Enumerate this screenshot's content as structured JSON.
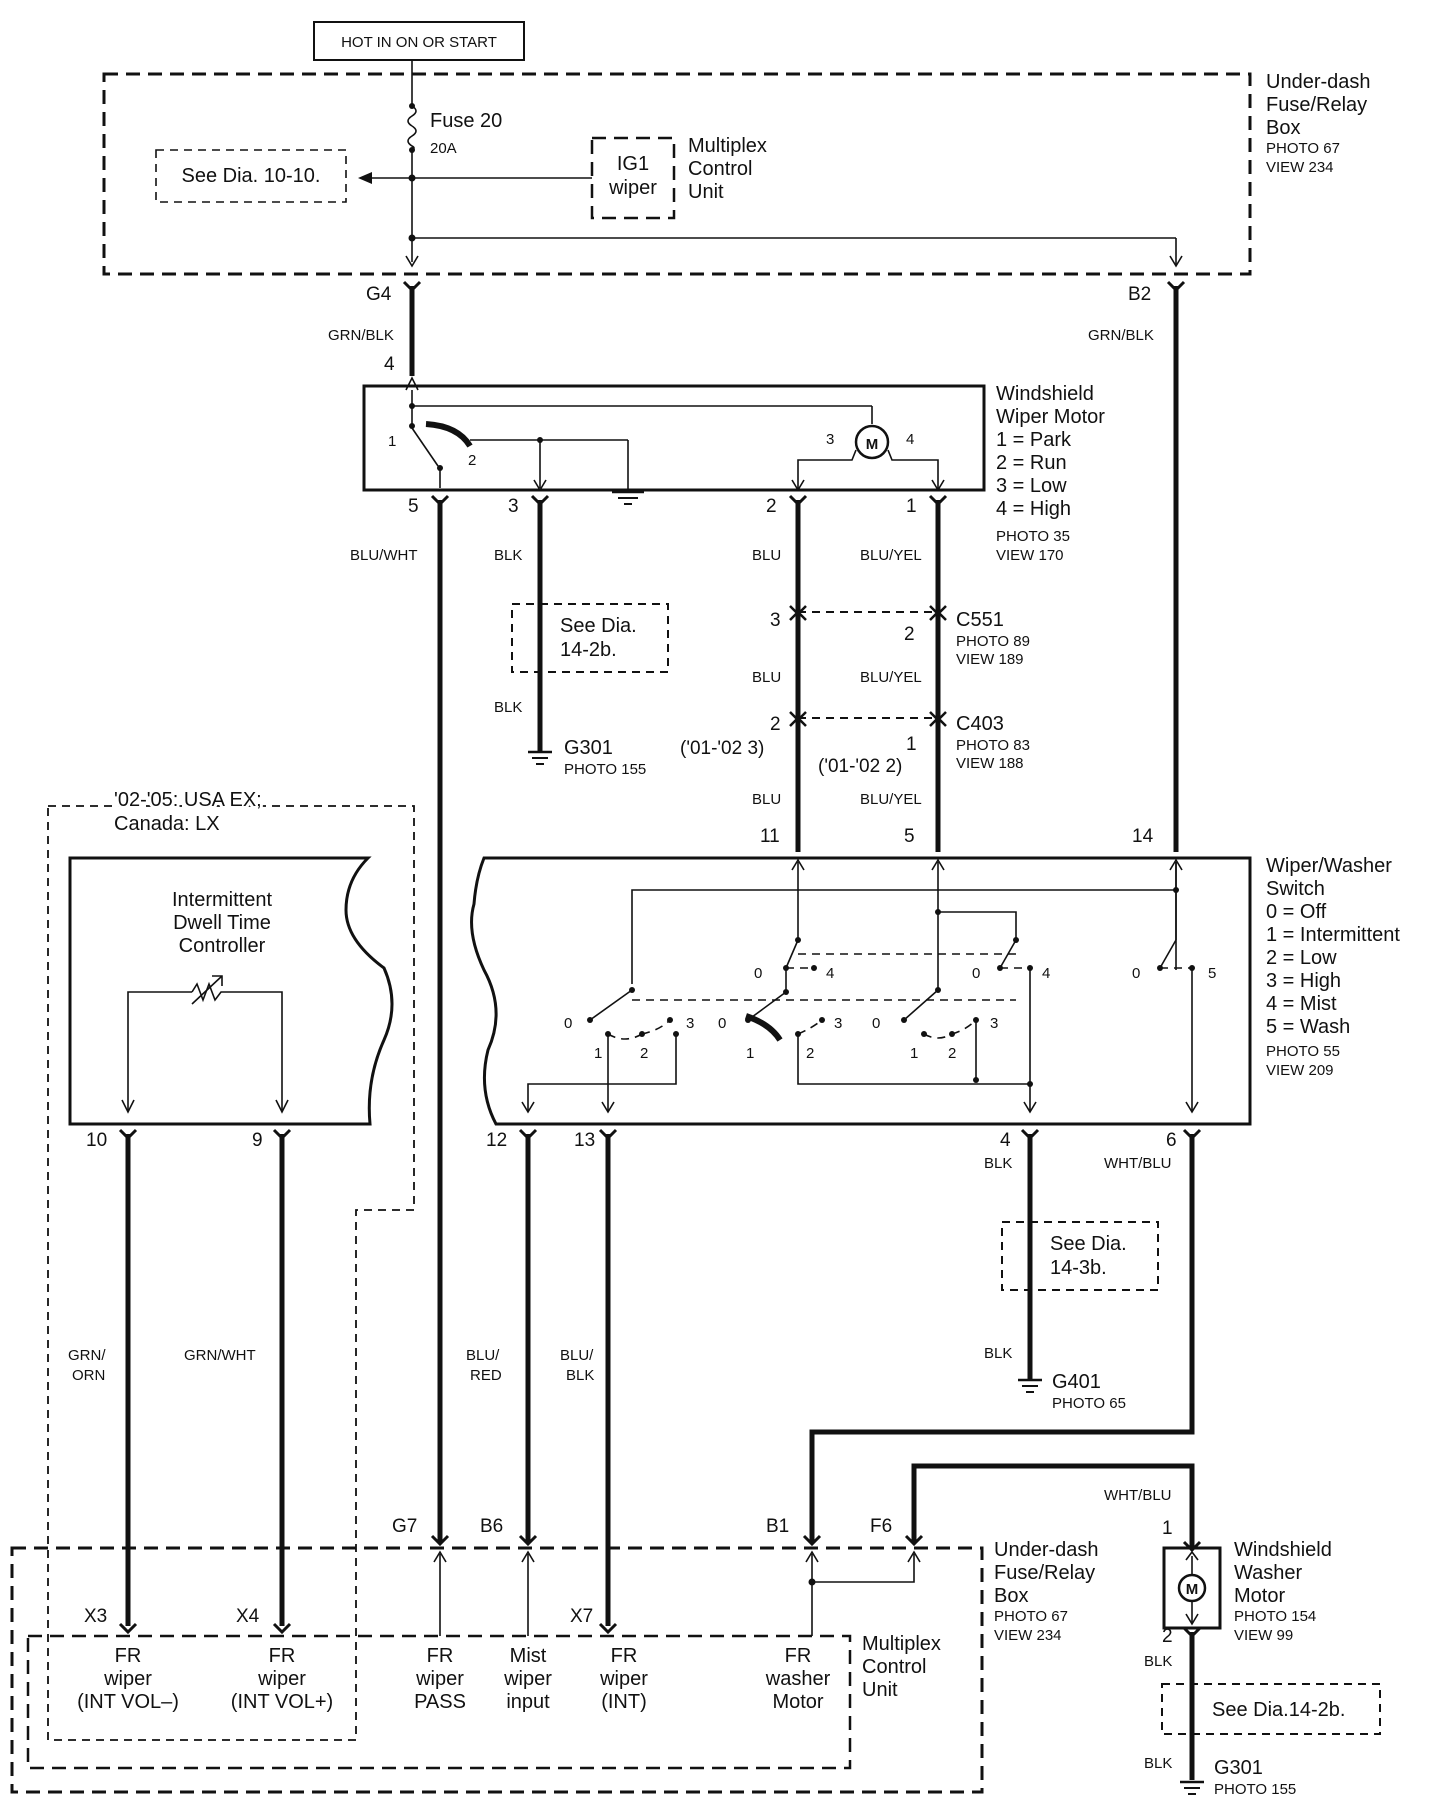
{
  "power": {
    "source": "HOT IN ON OR START"
  },
  "fusebox_top": {
    "title_l1": "Under-dash",
    "title_l2": "Fuse/Relay",
    "title_l3": "Box",
    "photo": "PHOTO 67",
    "view": "VIEW 234",
    "fuse_name": "Fuse 20",
    "fuse_rating": "20A",
    "see_ref": "See Dia. 10-10.",
    "mcu_l1": "IG1",
    "mcu_l2": "wiper",
    "mcu_t1": "Multiplex",
    "mcu_t2": "Control",
    "mcu_t3": "Unit",
    "pin_g4": "G4",
    "pin_b2": "B2"
  },
  "wires": {
    "grn_blk": "GRN/BLK",
    "blu_wht": "BLU/WHT",
    "blk": "BLK",
    "blu": "BLU",
    "blu_yel": "BLU/YEL",
    "grn_orn_1": "GRN/",
    "grn_orn_2": "ORN",
    "grn_wht": "GRN/WHT",
    "blu_red_1": "BLU/",
    "blu_red_2": "RED",
    "blu_blk_1": "BLU/",
    "blu_blk_2": "BLK",
    "wht_blu": "WHT/BLU"
  },
  "wiper_motor": {
    "t1": "Windshield",
    "t2": "Wiper Motor",
    "l1": "1 = Park",
    "l2": "2 = Run",
    "l3": "3 = Low",
    "l4": "4 = High",
    "photo": "PHOTO 35",
    "view": "VIEW 170",
    "pin4_in": "4",
    "pin5": "5",
    "pin3": "3",
    "pin2": "2",
    "pin1": "1",
    "int1": "1",
    "int2": "2",
    "int3": "3",
    "int4": "4",
    "motor": "M"
  },
  "see_14_2b": {
    "l1": "See Dia.",
    "l2": "14-2b."
  },
  "g301_top": {
    "name": "G301",
    "photo": "PHOTO 155"
  },
  "c551": {
    "name": "C551",
    "photo": "PHOTO 89",
    "view": "VIEW 189",
    "p3": "3",
    "p2": "2"
  },
  "c403": {
    "name": "C403",
    "photo": "PHOTO 83",
    "view": "VIEW 188",
    "p2": "2",
    "p1": "1",
    "alt_l": "('01-'02 3)",
    "alt_r": "('01-'02 2)"
  },
  "idtc": {
    "note_l1": "'02-'05: USA EX;",
    "note_l2": "Canada: LX",
    "t1": "Intermittent",
    "t2": "Dwell Time",
    "t3": "Controller",
    "pin10": "10",
    "pin9": "9"
  },
  "switch": {
    "t1": "Wiper/Washer",
    "t2": "Switch",
    "l0": "0 = Off",
    "l1": "1 = Intermittent",
    "l2": "2 = Low",
    "l3": "3 = High",
    "l4": "4 = Mist",
    "l5": "5 = Wash",
    "photo": "PHOTO 55",
    "view": "VIEW 209",
    "p11": "11",
    "p5": "5",
    "p14": "14",
    "p12": "12",
    "p13": "13",
    "p4": "4",
    "p6": "6",
    "s0": "0",
    "s1": "1",
    "s2": "2",
    "s3": "3",
    "s4": "4",
    "s5": "5"
  },
  "see_14_3b": {
    "l1": "See Dia.",
    "l2": "14-3b."
  },
  "g401": {
    "name": "G401",
    "photo": "PHOTO 65"
  },
  "fusebox_bottom": {
    "title_l1": "Under-dash",
    "title_l2": "Fuse/Relay",
    "title_l3": "Box",
    "photo": "PHOTO 67",
    "view": "VIEW 234",
    "g7": "G7",
    "b6": "B6",
    "b1": "B1",
    "f6": "F6",
    "x3": "X3",
    "x4": "X4",
    "x7": "X7",
    "mcu_t1": "Multiplex",
    "mcu_t2": "Control",
    "mcu_t3": "Unit",
    "f1_l1": "FR",
    "f1_l2": "wiper",
    "f1_l3": "(INT VOL–)",
    "f2_l1": "FR",
    "f2_l2": "wiper",
    "f2_l3": "(INT VOL+)",
    "f3_l1": "FR",
    "f3_l2": "wiper",
    "f3_l3": "PASS",
    "f4_l1": "Mist",
    "f4_l2": "wiper",
    "f4_l3": "input",
    "f5_l1": "FR",
    "f5_l2": "wiper",
    "f5_l3": "(INT)",
    "f6_l1": "FR",
    "f6_l2": "washer",
    "f6_l3": "Motor"
  },
  "washer_motor": {
    "t1": "Windshield",
    "t2": "Washer",
    "t3": "Motor",
    "photo": "PHOTO 154",
    "view": "VIEW 99",
    "pin1": "1",
    "pin2": "2",
    "motor": "M"
  },
  "see_14_2b_b": {
    "text": "See Dia.14-2b."
  },
  "g301_bottom": {
    "name": "G301",
    "photo": "PHOTO 155"
  }
}
